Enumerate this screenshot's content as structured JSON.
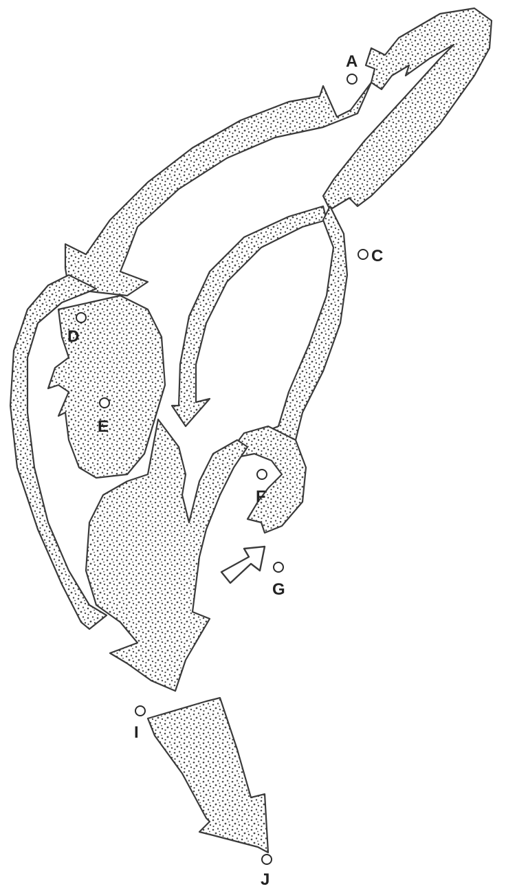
{
  "labels": {
    "A": "A",
    "C": "C",
    "D": "D",
    "E": "E",
    "F": "F",
    "G": "G",
    "I": "I",
    "J": "J"
  },
  "colors": {
    "ink": "#3a3a3a",
    "stipple_dot": "#4a4a4a",
    "background": "#ffffff"
  }
}
